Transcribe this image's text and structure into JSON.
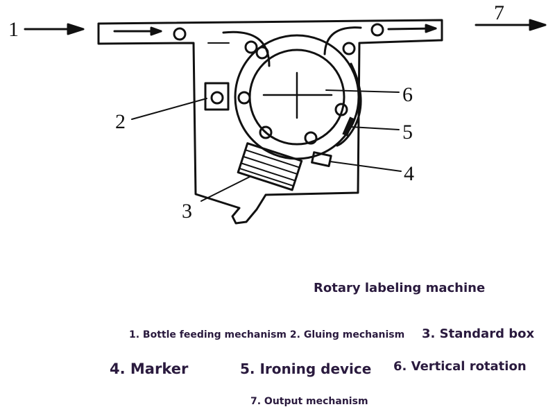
{
  "callouts": {
    "n1": "1",
    "n2": "2",
    "n3": "3",
    "n4": "4",
    "n5": "5",
    "n6": "6",
    "n7": "7"
  },
  "caption": {
    "title": "Rotary labeling machine",
    "line_feeding_gluing": "1. Bottle feeding mechanism 2. Gluing mechanism",
    "item3": "3. Standard box",
    "item4": "4. Marker",
    "item5": "5. Ironing device",
    "item6": "6. Vertical rotation",
    "item7": "7. Output mechanism"
  }
}
